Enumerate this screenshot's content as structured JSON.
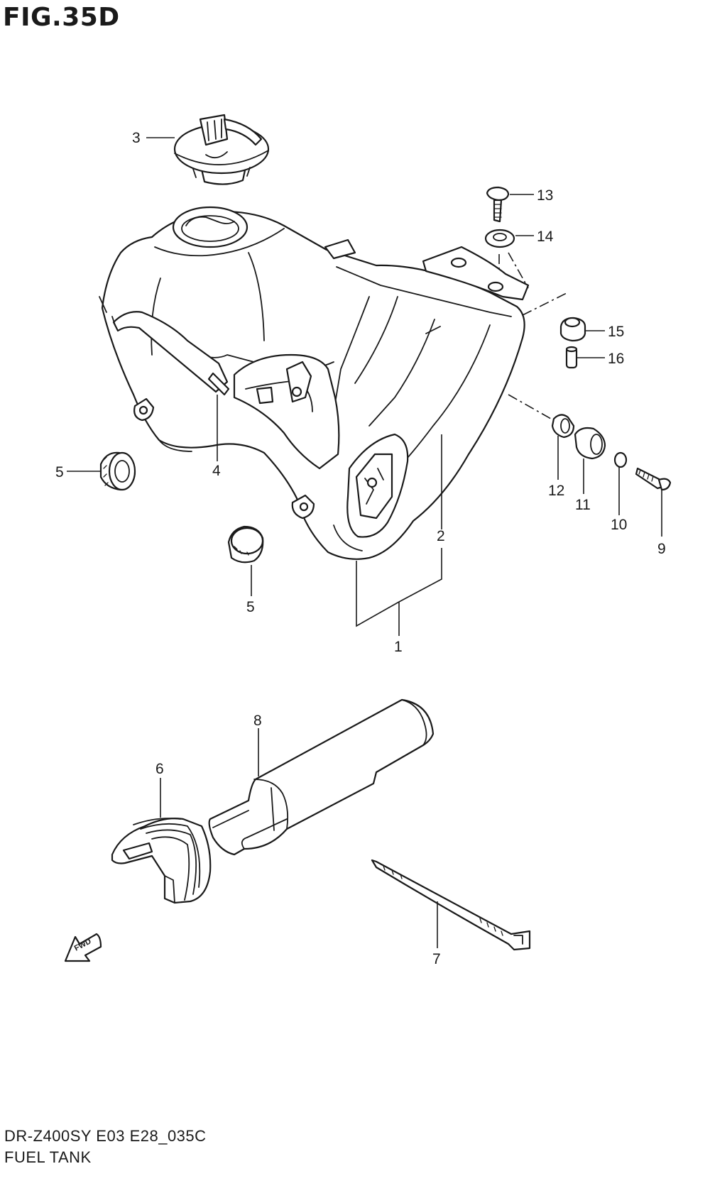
{
  "figure": {
    "title": "FIG.35D",
    "model_code": "DR-Z400SY E03 E28_035C",
    "section_name": "FUEL TANK"
  },
  "callouts": [
    {
      "id": "c1",
      "label": "1"
    },
    {
      "id": "c2",
      "label": "2"
    },
    {
      "id": "c3",
      "label": "3"
    },
    {
      "id": "c4",
      "label": "4"
    },
    {
      "id": "c5a",
      "label": "5"
    },
    {
      "id": "c5b",
      "label": "5"
    },
    {
      "id": "c6",
      "label": "6"
    },
    {
      "id": "c7",
      "label": "7"
    },
    {
      "id": "c8",
      "label": "8"
    },
    {
      "id": "c9",
      "label": "9"
    },
    {
      "id": "c10",
      "label": "10"
    },
    {
      "id": "c11",
      "label": "11"
    },
    {
      "id": "c12",
      "label": "12"
    },
    {
      "id": "c13",
      "label": "13"
    },
    {
      "id": "c14",
      "label": "14"
    },
    {
      "id": "c15",
      "label": "15"
    },
    {
      "id": "c16",
      "label": "16"
    }
  ],
  "direction_marker": {
    "label": "FWD"
  }
}
